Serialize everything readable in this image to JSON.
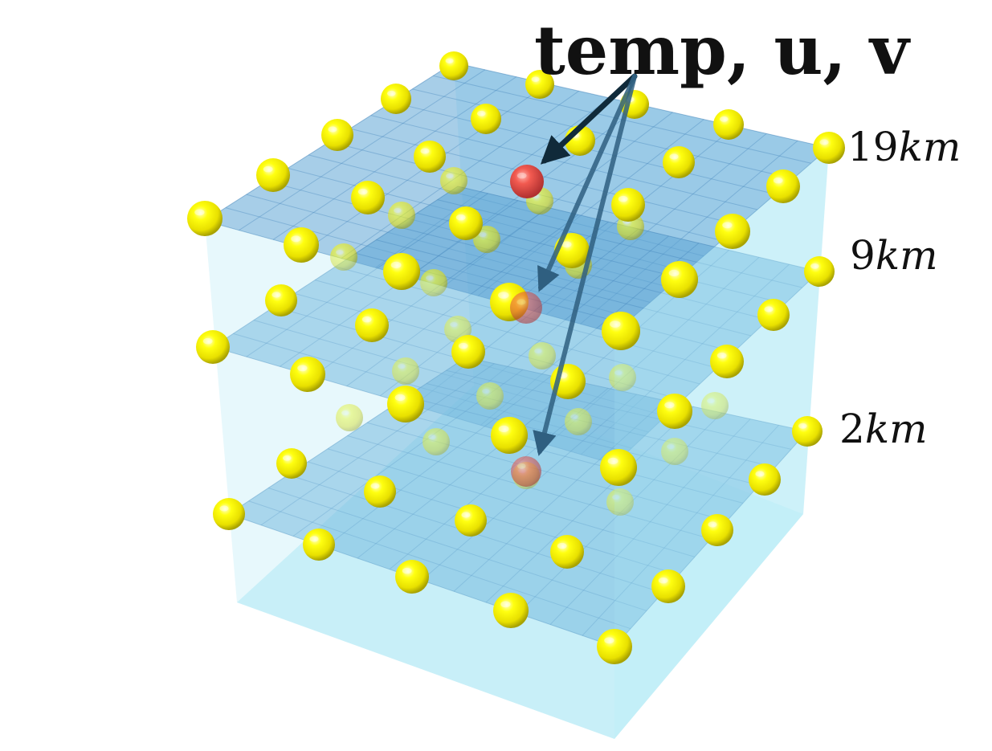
{
  "diagram": {
    "title": "temp, u, v",
    "levels": [
      {
        "id": "top",
        "label": "19km",
        "num": "19",
        "unit": "km"
      },
      {
        "id": "mid",
        "label": "9km",
        "num": "9",
        "unit": "km"
      },
      {
        "id": "low",
        "label": "2km",
        "num": "2",
        "unit": "km"
      }
    ],
    "grid_divisions": 12,
    "colors": {
      "box": "#aee9f5",
      "plane": "#5fa6d6",
      "grid_line": "#3d7fb8",
      "sample_point": "#ffef00",
      "target_point": "#ee4a4a",
      "arrow_solid": "#102a3a",
      "arrow_faded": "#2f5f80"
    },
    "icons": [
      "sphere-icon",
      "arrow-icon"
    ]
  }
}
